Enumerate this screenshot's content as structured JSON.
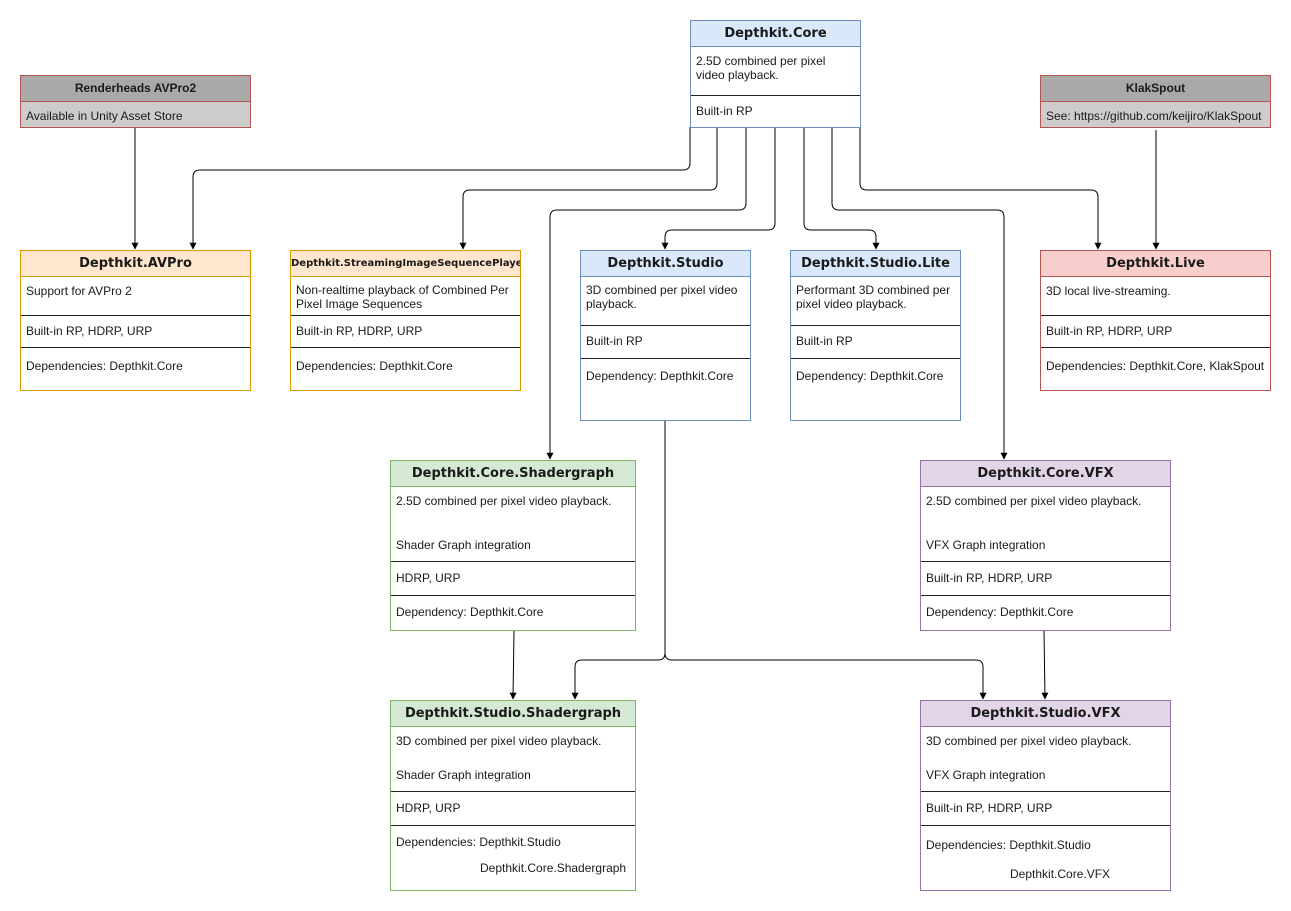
{
  "colors": {
    "edge": "#000000",
    "blue_fill": "#dae8fc",
    "blue_stroke": "#6c8ebf",
    "orange_fill": "#ffe6cc",
    "orange_stroke": "#d79b00",
    "red_fill": "#f8cecc",
    "red_stroke": "#b85450",
    "green_fill": "#d5e8d4",
    "green_stroke": "#82b366",
    "purple_fill": "#e1d5e7",
    "purple_stroke": "#9673a6",
    "gray_title_fill": "#a9a9a9",
    "gray_body_fill": "#cccccc"
  },
  "nodes": {
    "core": {
      "title": "Depthkit.Core",
      "description": [
        "2.5D combined per pixel",
        "video playback."
      ],
      "pipelines": "Built-in RP"
    },
    "avpro2": {
      "title": "Renderheads AVPro2",
      "description": "Available in Unity Asset Store"
    },
    "klakspout": {
      "title": "KlakSpout",
      "description": "See: https://github.com/keijiro/KlakSpout"
    },
    "avpro": {
      "title": "Depthkit.AVPro",
      "description": "Support for AVPro 2",
      "pipelines": "Built-in RP, HDRP, URP",
      "dependencies": "Dependencies: Depthkit.Core"
    },
    "sisp": {
      "title": "Depthkit.StreamingImageSequencePlayer",
      "description": [
        "Non-realtime playback of Combined Per",
        "Pixel Image Sequences"
      ],
      "pipelines": "Built-in RP, HDRP, URP",
      "dependencies": "Dependencies: Depthkit.Core"
    },
    "studio": {
      "title": "Depthkit.Studio",
      "description": [
        "3D combined per pixel video",
        "playback."
      ],
      "pipelines": "Built-in RP",
      "dependencies": "Dependency: Depthkit.Core"
    },
    "studio_lite": {
      "title": "Depthkit.Studio.Lite",
      "description": [
        "Performant 3D combined per",
        "pixel video playback."
      ],
      "pipelines": "Built-in RP",
      "dependencies": "Dependency: Depthkit.Core"
    },
    "live": {
      "title": "Depthkit.Live",
      "description": "3D local live-streaming.",
      "pipelines": "Built-in RP, HDRP, URP",
      "dependencies": "Dependencies: Depthkit.Core, KlakSpout"
    },
    "core_shadergraph": {
      "title": "Depthkit.Core.Shadergraph",
      "description": "2.5D combined per pixel video playback.",
      "integration": "Shader Graph integration",
      "pipelines": "HDRP, URP",
      "dependencies": "Dependency: Depthkit.Core"
    },
    "core_vfx": {
      "title": "Depthkit.Core.VFX",
      "description": "2.5D combined per pixel video playback.",
      "integration": "VFX Graph integration",
      "pipelines": "Built-in RP, HDRP, URP",
      "dependencies": "Dependency: Depthkit.Core"
    },
    "studio_shadergraph": {
      "title": "Depthkit.Studio.Shadergraph",
      "description": "3D combined per pixel video playback.",
      "integration": "Shader Graph integration",
      "pipelines": "HDRP, URP",
      "dependencies": [
        "Dependencies: Depthkit.Studio",
        "Depthkit.Core.Shadergraph"
      ]
    },
    "studio_vfx": {
      "title": "Depthkit.Studio.VFX",
      "description": "3D combined per pixel video playback.",
      "integration": "VFX Graph integration",
      "pipelines": "Built-in RP, HDRP, URP",
      "dependencies": [
        "Dependencies: Depthkit.Studio",
        "Depthkit.Core.VFX"
      ]
    }
  },
  "edges": [
    {
      "from": "core",
      "to": "avpro"
    },
    {
      "from": "core",
      "to": "sisp"
    },
    {
      "from": "core",
      "to": "core_shadergraph"
    },
    {
      "from": "core",
      "to": "studio"
    },
    {
      "from": "core",
      "to": "studio_lite"
    },
    {
      "from": "core",
      "to": "core_vfx"
    },
    {
      "from": "core",
      "to": "live"
    },
    {
      "from": "avpro2",
      "to": "avpro"
    },
    {
      "from": "klakspout",
      "to": "live"
    },
    {
      "from": "studio",
      "to": "studio_shadergraph"
    },
    {
      "from": "studio",
      "to": "studio_vfx"
    },
    {
      "from": "core_shadergraph",
      "to": "studio_shadergraph"
    },
    {
      "from": "core_vfx",
      "to": "studio_vfx"
    }
  ]
}
